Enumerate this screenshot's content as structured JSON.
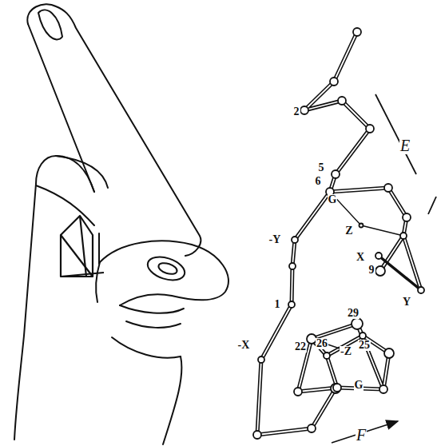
{
  "diagram": {
    "labels": [
      "2",
      "E",
      "5",
      "6",
      "G",
      "Z",
      "-Y",
      "X",
      "9",
      "Y",
      "1",
      "29",
      "-X",
      "22",
      "26",
      "25",
      "-Z",
      "G",
      "F"
    ]
  }
}
